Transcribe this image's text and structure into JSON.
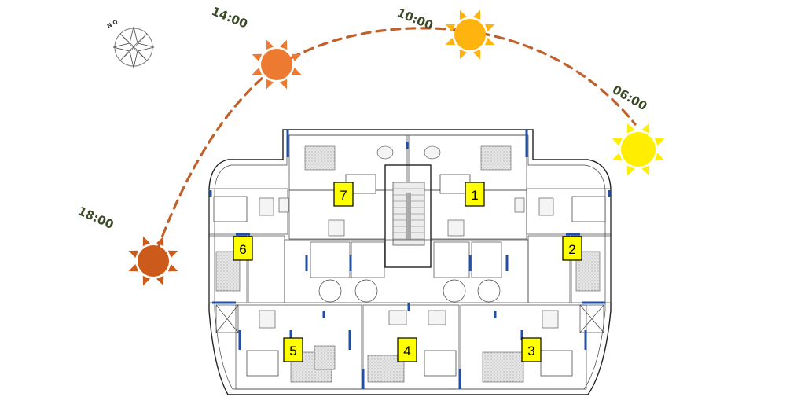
{
  "compass": {
    "label": "N Q",
    "icon": "compass-rose-icon"
  },
  "sun_path": {
    "color": "#c0602a",
    "positions": [
      {
        "time": "06:00",
        "color": "#ffee00"
      },
      {
        "time": "10:00",
        "color": "#ffb30f"
      },
      {
        "time": "14:00",
        "color": "#ec7a30"
      },
      {
        "time": "18:00",
        "color": "#cc5a1a"
      }
    ]
  },
  "floor_plan": {
    "glazing_color": "#1f4fa8",
    "unit_label_color": "#ffff00",
    "units": [
      "1",
      "2",
      "3",
      "4",
      "5",
      "6",
      "7"
    ]
  }
}
